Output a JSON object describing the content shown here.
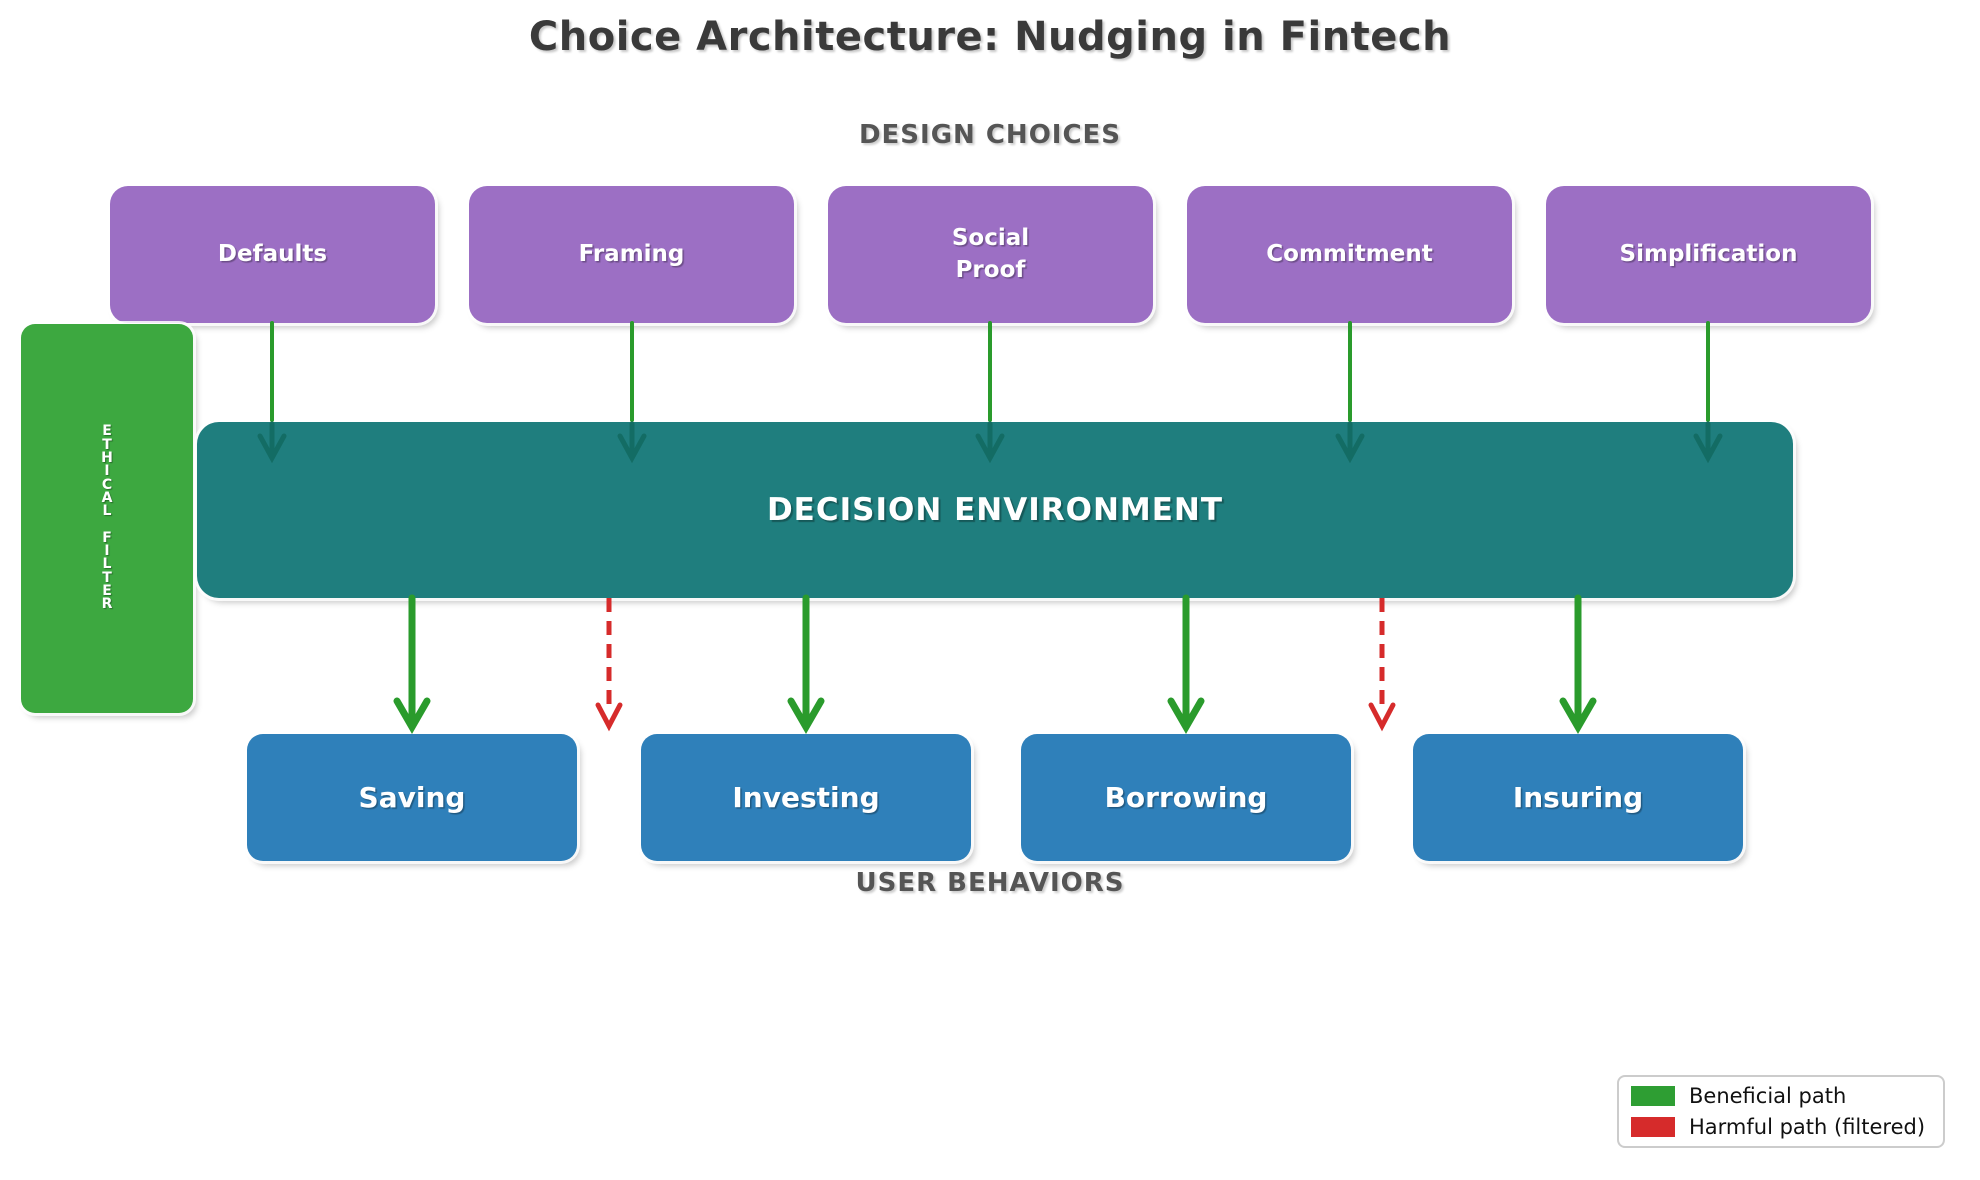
{
  "title": "Choice Architecture: Nudging in Fintech",
  "section_labels": {
    "top": "DESIGN CHOICES",
    "bottom": "USER BEHAVIORS"
  },
  "design_choices": [
    {
      "label": "Defaults"
    },
    {
      "label": "Framing"
    },
    {
      "label": "Social\nProof"
    },
    {
      "label": "Commitment"
    },
    {
      "label": "Simplification"
    }
  ],
  "decision_environment": {
    "label": "DECISION ENVIRONMENT"
  },
  "ethical_filter": {
    "label": "ETHICAL FILTER",
    "stacked": "E\nT\nH\nI\nC\nA\nL\n\nF\nI\nL\nT\nE\nR"
  },
  "user_behaviors": [
    {
      "label": "Saving"
    },
    {
      "label": "Investing"
    },
    {
      "label": "Borrowing"
    },
    {
      "label": "Insuring"
    }
  ],
  "legend": {
    "items": [
      {
        "label": "Beneficial path",
        "color": "#2e9e33"
      },
      {
        "label": "Harmful path (filtered)",
        "color": "#d62b2b"
      }
    ]
  },
  "colors": {
    "design_choice_box": "#9c6fc4",
    "decision_environment_box": "#1f7e7e",
    "behavior_box": "#2f80ba",
    "ethical_filter_box": "#3da840",
    "beneficial_arrow": "#2a9b2c",
    "harmful_arrow": "#d62b2b",
    "arrowhead_inside_environment": "#136c64",
    "title_text": "#3a3a3a",
    "section_heading_text": "#555555"
  }
}
